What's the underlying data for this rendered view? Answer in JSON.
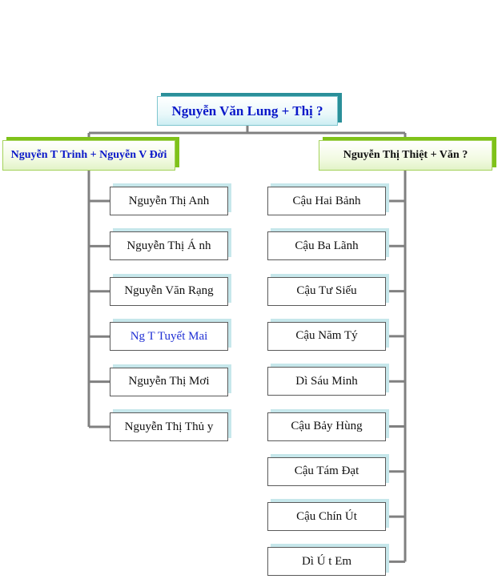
{
  "colors": {
    "connector": "#808080",
    "root_text": "#0a18c9",
    "highlight_text": "#1f2fd4"
  },
  "root": {
    "label": "Nguyễn Văn Lung + Thị ?"
  },
  "left_branch": {
    "label": "Nguyễn T Trinh + Nguyễn V Đời",
    "children": [
      {
        "label": "Nguyễn Thị  Anh"
      },
      {
        "label": "Nguyễn Thị Á nh"
      },
      {
        "label": "Nguyễn Văn Rạng"
      },
      {
        "label": "Ng T Tuyết Mai",
        "highlight": true
      },
      {
        "label": "Nguyễn Thị  Mơi"
      },
      {
        "label": "Nguyễn Thị Thủ y"
      }
    ]
  },
  "right_branch": {
    "label": "Nguyễn Thị Thiệt +  Văn ?",
    "children": [
      {
        "label": "Cậu Hai Bảnh"
      },
      {
        "label": "Cậu Ba Lãnh"
      },
      {
        "label": "Cậu Tư Siếu"
      },
      {
        "label": "Cậu Năm Tý"
      },
      {
        "label": "Dì Sáu Minh"
      },
      {
        "label": "Cậu Bảy Hùng"
      },
      {
        "label": "Cậu Tám Đạt"
      },
      {
        "label": "Cậu Chín Út"
      },
      {
        "label": "Dì Ú t Em"
      }
    ]
  }
}
